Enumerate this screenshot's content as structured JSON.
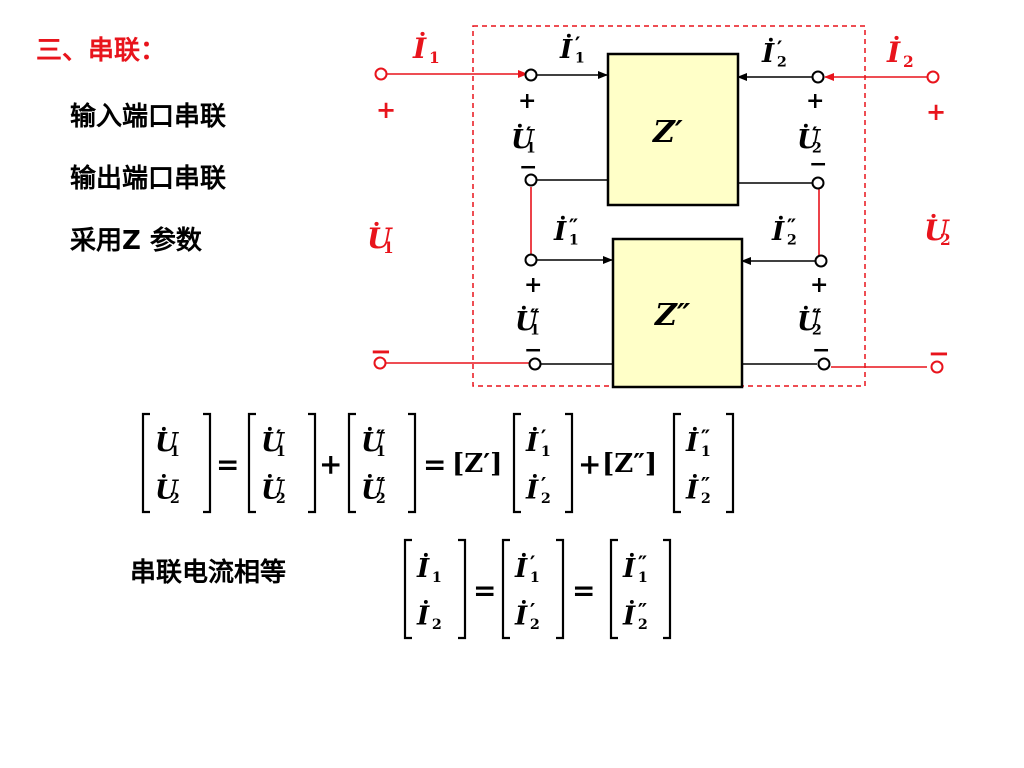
{
  "heading": {
    "title": "三、串联："
  },
  "bullets": [
    {
      "text": "输入端口串联"
    },
    {
      "text": "输出端口串联"
    },
    {
      "text": "采用Z 参数"
    }
  ],
  "current_equal_label": "串联电流相等",
  "diagram": {
    "box_top_label": "Z′",
    "box_bottom_label": "Z″",
    "port_currents": {
      "I1": {
        "base": "I",
        "sub": "1"
      },
      "I2": {
        "base": "I",
        "sub": "2"
      }
    },
    "port_voltages": {
      "U1": {
        "base": "U",
        "sub": "1"
      },
      "U2": {
        "base": "U",
        "sub": "2"
      }
    },
    "inner_currents": {
      "I1p": {
        "base": "I",
        "prime": "′",
        "sub": "1"
      },
      "I2p": {
        "base": "I",
        "prime": "′",
        "sub": "2"
      },
      "I1pp": {
        "base": "I",
        "prime": "″",
        "sub": "1"
      },
      "I2pp": {
        "base": "I",
        "prime": "″",
        "sub": "2"
      }
    },
    "inner_voltages": {
      "U1p": {
        "base": "U",
        "prime": "′",
        "sub": "1"
      },
      "U2p": {
        "base": "U",
        "prime": "′",
        "sub": "2"
      },
      "U1pp": {
        "base": "U",
        "prime": "″",
        "sub": "1"
      },
      "U2pp": {
        "base": "U",
        "prime": "″",
        "sub": "2"
      }
    },
    "plus": "+",
    "minus": "−"
  },
  "equation1": {
    "lhs": [
      {
        "base": "U",
        "sub": "1"
      },
      {
        "base": "U",
        "sub": "2"
      }
    ],
    "eq": "=",
    "term1": [
      {
        "base": "U",
        "prime": "′",
        "sub": "1"
      },
      {
        "base": "U",
        "prime": "′",
        "sub": "2"
      }
    ],
    "plus": "+",
    "term2": [
      {
        "base": "U",
        "prime": "″",
        "sub": "1"
      },
      {
        "base": "U",
        "prime": "″",
        "sub": "2"
      }
    ],
    "eq2": "=",
    "zp": "[Z′]",
    "term3": [
      {
        "base": "I",
        "prime": "′",
        "sub": "1"
      },
      {
        "base": "I",
        "prime": "′",
        "sub": "2"
      }
    ],
    "plus2": "+",
    "zpp": "[Z″]",
    "term4": [
      {
        "base": "I",
        "prime": "″",
        "sub": "1"
      },
      {
        "base": "I",
        "prime": "″",
        "sub": "2"
      }
    ]
  },
  "equation2": {
    "lhs": [
      {
        "base": "I",
        "sub": "1"
      },
      {
        "base": "I",
        "sub": "2"
      }
    ],
    "eq": "=",
    "term1": [
      {
        "base": "I",
        "prime": "′",
        "sub": "1"
      },
      {
        "base": "I",
        "prime": "′",
        "sub": "2"
      }
    ],
    "eq2": "=",
    "term2": [
      {
        "base": "I",
        "prime": "″",
        "sub": "1"
      },
      {
        "base": "I",
        "prime": "″",
        "sub": "2"
      }
    ]
  },
  "colors": {
    "red": "#e8141c",
    "box_fill": "#ffffc8",
    "black": "#000000"
  }
}
